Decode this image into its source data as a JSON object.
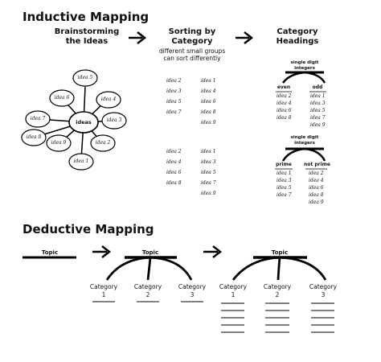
{
  "inductive": {
    "title": "Inductive Mapping",
    "step1": "Brainstorming the Ideas",
    "step2": "Sorting by Category",
    "step2_note": "different small groups can sort differently",
    "step3": "Category Headings",
    "center": "ideas",
    "bubbles": [
      "idea 5",
      "idea 4",
      "idea 3",
      "idea 2",
      "idea 1",
      "idea 9",
      "idea 8",
      "idea 7",
      "idea 6"
    ],
    "sort1": {
      "col1": [
        "idea 2",
        "idea 3",
        "idea 5",
        "idea 7"
      ],
      "col2": [
        "idea 1",
        "idea 4",
        "idea 6",
        "idea 8",
        "idea 9"
      ]
    },
    "sort2": {
      "col1": [
        "idea 2",
        "idea 4",
        "idea 6",
        "idea 8"
      ],
      "col2": [
        "idea 1",
        "idea 3",
        "idea 5",
        "idea 7",
        "idea 9"
      ]
    },
    "tree1": {
      "heading": "single digit integers",
      "left_label": "even",
      "right_label": "odd",
      "left": [
        "idea 2",
        "idea 4",
        "idea 6",
        "idea 8"
      ],
      "right": [
        "idea 1",
        "idea 3",
        "idea 5",
        "idea 7",
        "idea 9"
      ]
    },
    "tree2": {
      "heading": "single digit integers",
      "left_label": "prime",
      "right_label": "not prime",
      "left": [
        "idea 1",
        "idea 3",
        "idea 5",
        "idea 7"
      ],
      "right": [
        "idea 2",
        "idea 4",
        "idea 6",
        "idea 8",
        "idea 9"
      ]
    }
  },
  "deductive": {
    "title": "Deductive Mapping",
    "topic": "Topic",
    "category_word": "Category",
    "numbers": [
      "1",
      "2",
      "3"
    ]
  }
}
